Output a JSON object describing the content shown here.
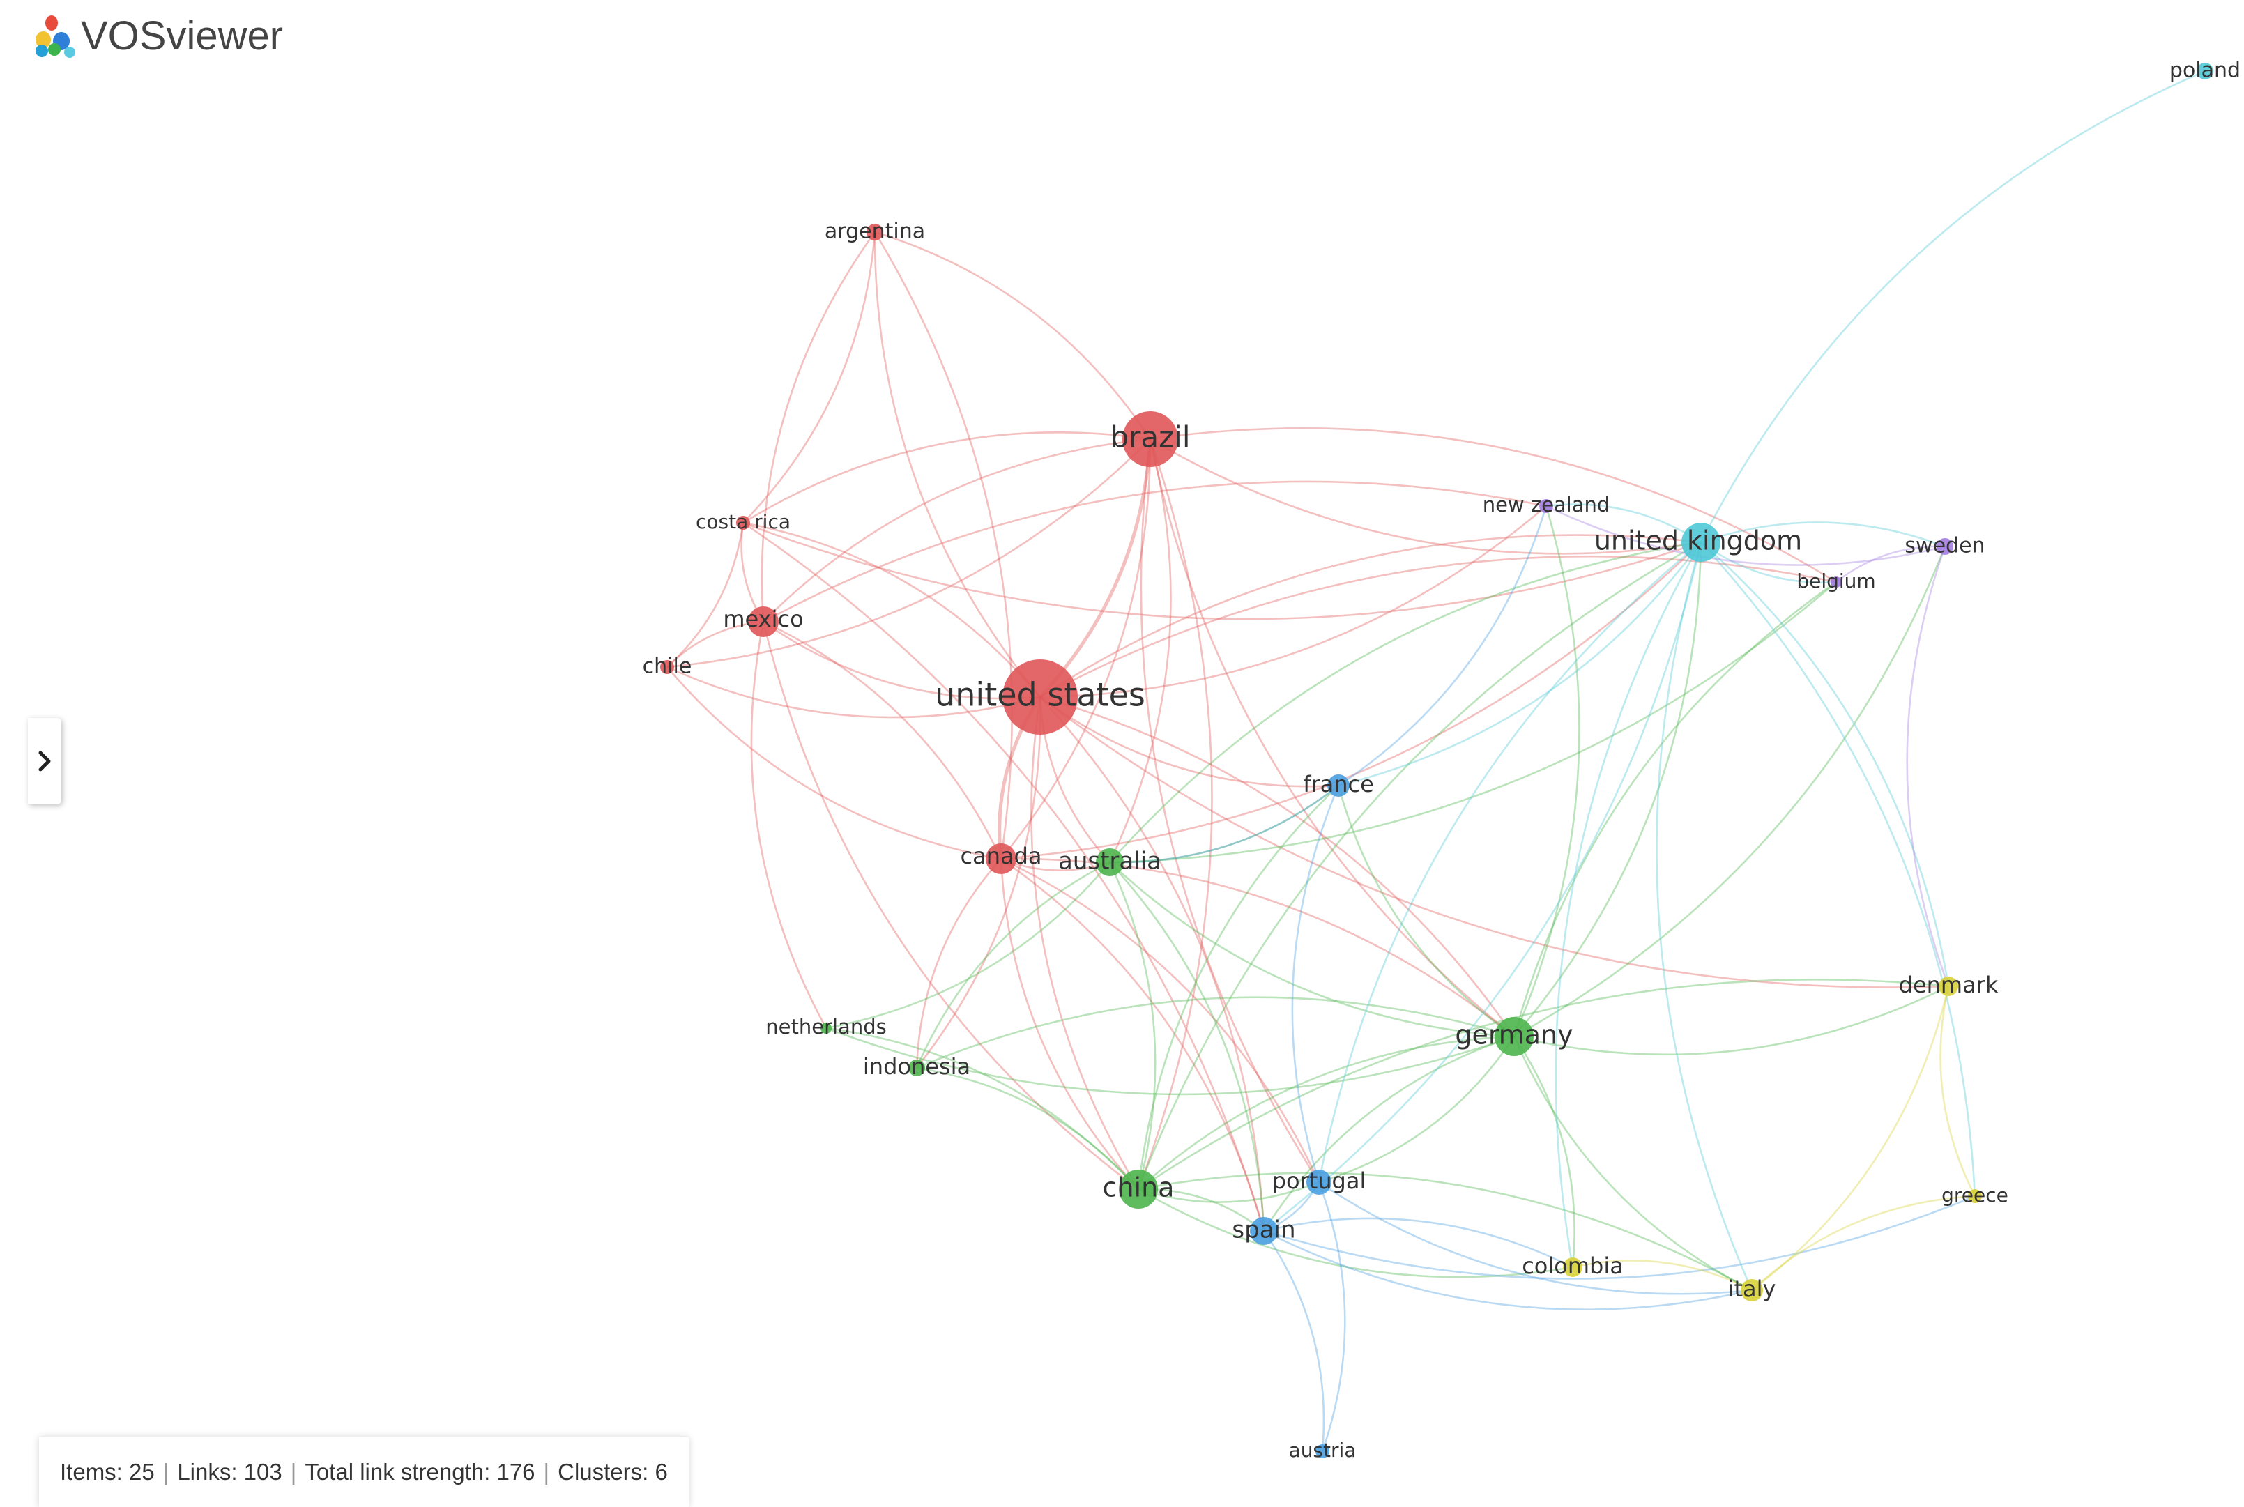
{
  "app": {
    "name": "VOSviewer"
  },
  "colors": {
    "red": "#e05658",
    "green": "#4cb54c",
    "blue": "#4a9ee0",
    "cyan": "#4ec8d6",
    "purple": "#a37de0",
    "yellow": "#d8d13a"
  },
  "icons": {
    "logo": "vosviewer-logo-icon",
    "toggle": "chevron-right-icon"
  },
  "status": {
    "items": "Items: 25",
    "links": "Links: 103",
    "strength": "Total link strength: 176",
    "clusters": "Clusters: 6",
    "separator": "|"
  },
  "network": {
    "nodes": [
      {
        "id": "united-states",
        "label": "united states",
        "cluster": "red"
      },
      {
        "id": "brazil",
        "label": "brazil",
        "cluster": "red"
      },
      {
        "id": "mexico",
        "label": "mexico",
        "cluster": "red"
      },
      {
        "id": "canada",
        "label": "canada",
        "cluster": "red"
      },
      {
        "id": "argentina",
        "label": "argentina",
        "cluster": "red"
      },
      {
        "id": "costa-rica",
        "label": "costa rica",
        "cluster": "red"
      },
      {
        "id": "chile",
        "label": "chile",
        "cluster": "red"
      },
      {
        "id": "china",
        "label": "china",
        "cluster": "green"
      },
      {
        "id": "germany",
        "label": "germany",
        "cluster": "green"
      },
      {
        "id": "australia",
        "label": "australia",
        "cluster": "green"
      },
      {
        "id": "indonesia",
        "label": "indonesia",
        "cluster": "green"
      },
      {
        "id": "netherlands",
        "label": "netherlands",
        "cluster": "green"
      },
      {
        "id": "france",
        "label": "france",
        "cluster": "blue"
      },
      {
        "id": "portugal",
        "label": "portugal",
        "cluster": "blue"
      },
      {
        "id": "spain",
        "label": "spain",
        "cluster": "blue"
      },
      {
        "id": "austria",
        "label": "austria",
        "cluster": "blue"
      },
      {
        "id": "united-kingdom",
        "label": "united kingdom",
        "cluster": "cyan"
      },
      {
        "id": "poland",
        "label": "poland",
        "cluster": "cyan"
      },
      {
        "id": "new-zealand",
        "label": "new zealand",
        "cluster": "purple"
      },
      {
        "id": "sweden",
        "label": "sweden",
        "cluster": "purple"
      },
      {
        "id": "belgium",
        "label": "belgium",
        "cluster": "purple"
      },
      {
        "id": "denmark",
        "label": "denmark",
        "cluster": "yellow"
      },
      {
        "id": "greece",
        "label": "greece",
        "cluster": "yellow"
      },
      {
        "id": "italy",
        "label": "italy",
        "cluster": "yellow"
      },
      {
        "id": "colombia",
        "label": "colombia",
        "cluster": "yellow"
      }
    ],
    "links": [
      [
        "united-states",
        "brazil"
      ],
      [
        "united-states",
        "mexico"
      ],
      [
        "united-states",
        "canada"
      ],
      [
        "united-states",
        "argentina"
      ],
      [
        "united-states",
        "costa-rica"
      ],
      [
        "united-states",
        "chile"
      ],
      [
        "united-states",
        "china"
      ],
      [
        "united-states",
        "germany"
      ],
      [
        "united-states",
        "australia"
      ],
      [
        "united-states",
        "united-kingdom"
      ],
      [
        "united-states",
        "france"
      ],
      [
        "united-states",
        "spain"
      ],
      [
        "united-states",
        "new-zealand"
      ],
      [
        "united-states",
        "indonesia"
      ],
      [
        "united-states",
        "denmark"
      ],
      [
        "united-states",
        "belgium"
      ],
      [
        "brazil",
        "argentina"
      ],
      [
        "brazil",
        "canada"
      ],
      [
        "brazil",
        "united-kingdom"
      ],
      [
        "brazil",
        "belgium"
      ],
      [
        "brazil",
        "mexico"
      ],
      [
        "brazil",
        "chile"
      ],
      [
        "brazil",
        "germany"
      ],
      [
        "brazil",
        "china"
      ],
      [
        "brazil",
        "costa-rica"
      ],
      [
        "brazil",
        "australia"
      ],
      [
        "brazil",
        "portugal"
      ],
      [
        "mexico",
        "costa-rica"
      ],
      [
        "mexico",
        "chile"
      ],
      [
        "mexico",
        "canada"
      ],
      [
        "mexico",
        "china"
      ],
      [
        "mexico",
        "argentina"
      ],
      [
        "mexico",
        "netherlands"
      ],
      [
        "mexico",
        "new-zealand"
      ],
      [
        "canada",
        "china"
      ],
      [
        "canada",
        "germany"
      ],
      [
        "canada",
        "australia"
      ],
      [
        "canada",
        "chile"
      ],
      [
        "canada",
        "argentina"
      ],
      [
        "canada",
        "spain"
      ],
      [
        "canada",
        "indonesia"
      ],
      [
        "canada",
        "portugal"
      ],
      [
        "canada",
        "united-kingdom"
      ],
      [
        "argentina",
        "costa-rica"
      ],
      [
        "chile",
        "costa-rica"
      ],
      [
        "costa-rica",
        "spain"
      ],
      [
        "costa-rica",
        "united-kingdom"
      ],
      [
        "china",
        "germany"
      ],
      [
        "china",
        "australia"
      ],
      [
        "china",
        "spain"
      ],
      [
        "china",
        "portugal"
      ],
      [
        "china",
        "united-kingdom"
      ],
      [
        "china",
        "indonesia"
      ],
      [
        "china",
        "italy"
      ],
      [
        "china",
        "netherlands"
      ],
      [
        "china",
        "france"
      ],
      [
        "china",
        "colombia"
      ],
      [
        "china",
        "denmark"
      ],
      [
        "germany",
        "united-kingdom"
      ],
      [
        "germany",
        "australia"
      ],
      [
        "germany",
        "spain"
      ],
      [
        "germany",
        "portugal"
      ],
      [
        "germany",
        "italy"
      ],
      [
        "germany",
        "colombia"
      ],
      [
        "germany",
        "denmark"
      ],
      [
        "germany",
        "netherlands"
      ],
      [
        "germany",
        "indonesia"
      ],
      [
        "germany",
        "france"
      ],
      [
        "germany",
        "sweden"
      ],
      [
        "germany",
        "belgium"
      ],
      [
        "germany",
        "new-zealand"
      ],
      [
        "australia",
        "united-kingdom"
      ],
      [
        "australia",
        "indonesia"
      ],
      [
        "australia",
        "spain"
      ],
      [
        "australia",
        "belgium"
      ],
      [
        "australia",
        "netherlands"
      ],
      [
        "australia",
        "france"
      ],
      [
        "united-kingdom",
        "poland"
      ],
      [
        "united-kingdom",
        "new-zealand"
      ],
      [
        "united-kingdom",
        "sweden"
      ],
      [
        "united-kingdom",
        "belgium"
      ],
      [
        "united-kingdom",
        "spain"
      ],
      [
        "united-kingdom",
        "portugal"
      ],
      [
        "united-kingdom",
        "denmark"
      ],
      [
        "united-kingdom",
        "italy"
      ],
      [
        "united-kingdom",
        "greece"
      ],
      [
        "united-kingdom",
        "colombia"
      ],
      [
        "united-kingdom",
        "france"
      ],
      [
        "spain",
        "portugal"
      ],
      [
        "spain",
        "austria"
      ],
      [
        "spain",
        "italy"
      ],
      [
        "spain",
        "colombia"
      ],
      [
        "spain",
        "greece"
      ],
      [
        "portugal",
        "austria"
      ],
      [
        "portugal",
        "italy"
      ],
      [
        "portugal",
        "france"
      ],
      [
        "france",
        "new-zealand"
      ],
      [
        "france",
        "australia"
      ],
      [
        "sweden",
        "belgium"
      ],
      [
        "sweden",
        "new-zealand"
      ],
      [
        "sweden",
        "denmark"
      ],
      [
        "denmark",
        "italy"
      ],
      [
        "denmark",
        "greece"
      ],
      [
        "italy",
        "greece"
      ],
      [
        "italy",
        "colombia"
      ]
    ]
  }
}
